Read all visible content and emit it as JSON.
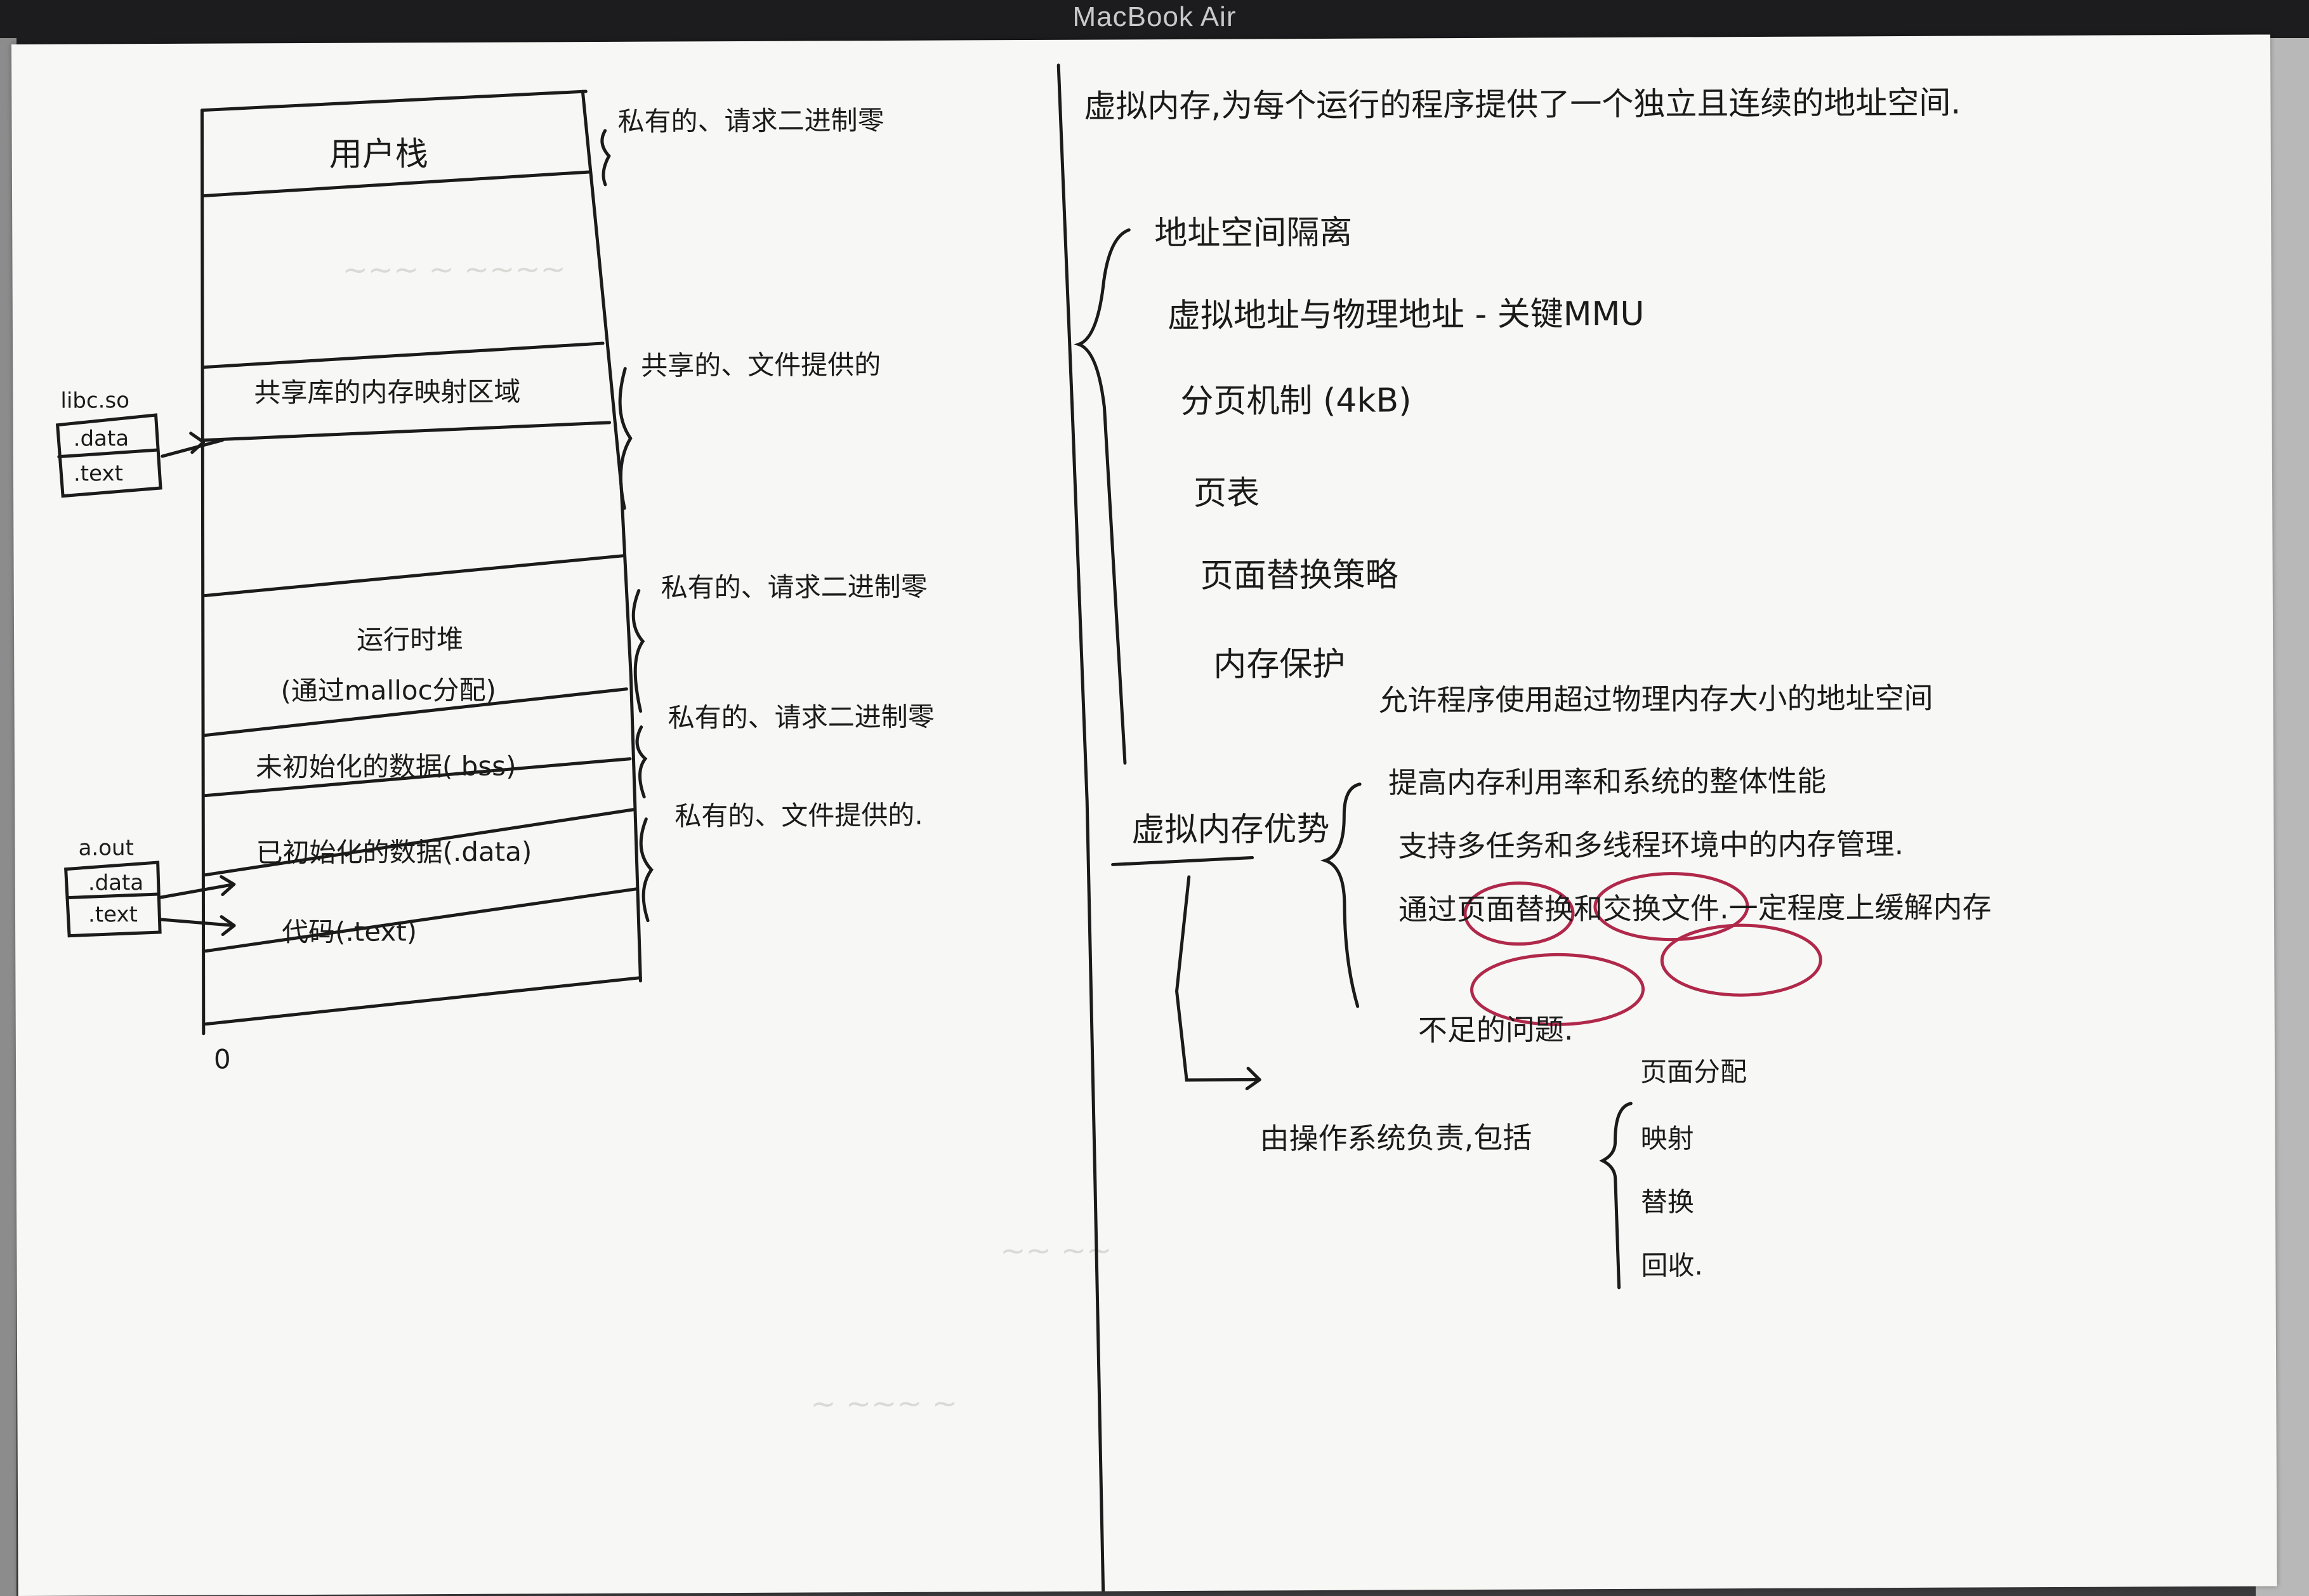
{
  "device": {
    "label": "MacBook Air"
  },
  "memory_diagram": {
    "regions": [
      "用户栈",
      "共享库的内存映射区域",
      "运行时堆",
      "(通过malloc分配)",
      "未初始化的数据(.bss)",
      "已初始化的数据(.data)",
      "代码(.text)"
    ],
    "bottom_label": "0",
    "region_notes": [
      "私有的、请求二进制零",
      "共享的、文件提供的",
      "私有的、请求二进制零",
      "私有的、请求二进制零",
      "私有的、文件提供的."
    ],
    "libc": {
      "title": "libc.so",
      "sections": [
        ".data",
        ".text"
      ]
    },
    "aout": {
      "title": "a.out",
      "sections": [
        ".data",
        ".text"
      ]
    }
  },
  "right_notes": {
    "headline": "虚拟内存,为每个运行的程序提供了一个独立且连续的地址空间.",
    "topics": [
      "地址空间隔离",
      "虚拟地址与物理地址 - 关键MMU",
      "分页机制 (4kB)",
      "页表",
      "页面替换策略",
      "内存保护"
    ],
    "advantages_title": "虚拟内存优势",
    "advantages": [
      "允许程序使用超过物理内存大小的地址空间",
      "提高内存利用率和系统的整体性能",
      "支持多任务和多线程环境中的内存管理.",
      "通过页面替换和交换文件.一定程度上缓解内存",
      "不足的问题."
    ],
    "os_title": "由操作系统负责,包括",
    "os_items": [
      "页面分配",
      "映射",
      "替换",
      "回收."
    ]
  },
  "colors": {
    "ink": "#1b1b1b",
    "circle": "#b0284a",
    "paper": "#f7f7f5"
  }
}
